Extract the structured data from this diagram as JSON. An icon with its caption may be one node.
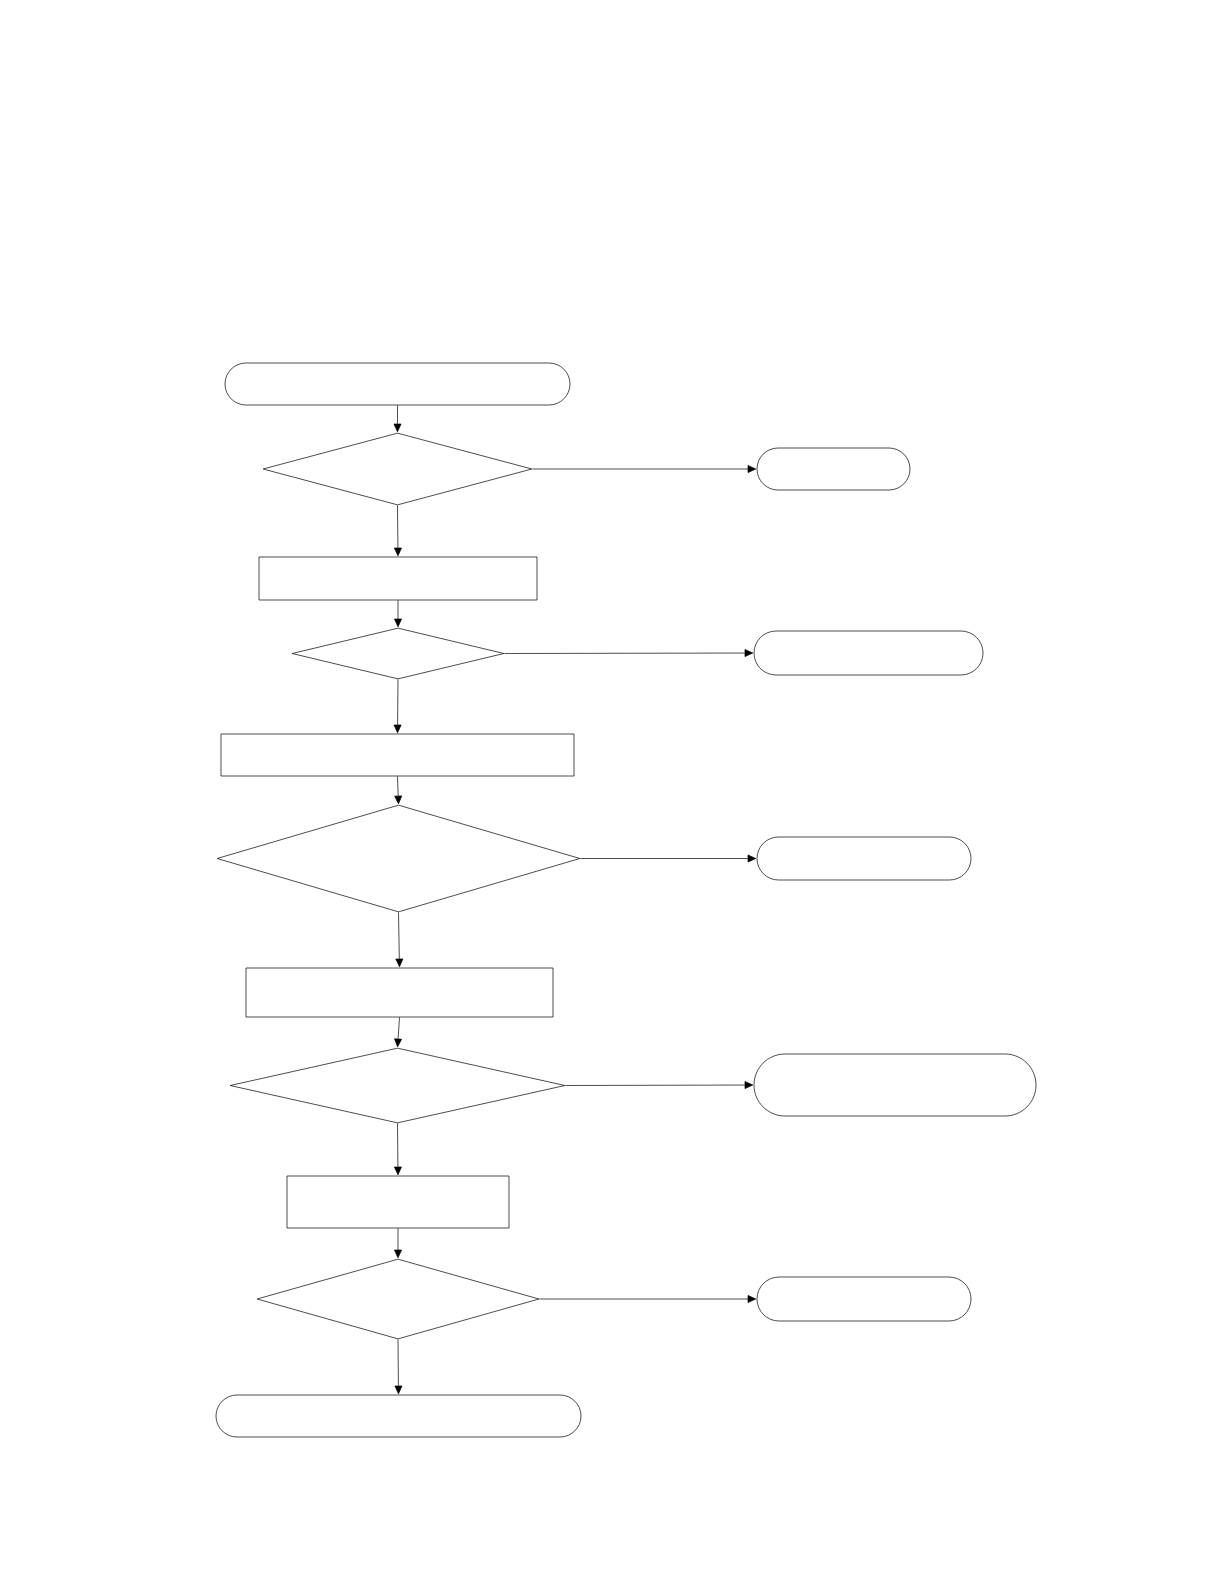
{
  "diagram": {
    "nodes": [
      {
        "text": [],
        "shape": "stadium"
      },
      {
        "text": [],
        "shape": "diamond"
      },
      {
        "text": [],
        "shape": "stadium"
      },
      {
        "text": [],
        "shape": "box"
      },
      {
        "text": [],
        "shape": "diamond"
      },
      {
        "text": [],
        "shape": "stadium"
      },
      {
        "text": [],
        "shape": "box"
      },
      {
        "text": [],
        "shape": "diamond"
      },
      {
        "text": [],
        "shape": "stadium"
      },
      {
        "text": [],
        "shape": "box"
      },
      {
        "text": [],
        "shape": "diamond"
      },
      {
        "text": [],
        "shape": "stadium"
      },
      {
        "text": [],
        "shape": "box"
      },
      {
        "text": [],
        "shape": "diamond"
      },
      {
        "text": [],
        "shape": "stadium"
      },
      {
        "text": [],
        "shape": "stadium"
      }
    ],
    "edges": [
      {
        "from": 0,
        "to": 1,
        "arrow": "to"
      },
      {
        "from": 1,
        "to": 2,
        "arrow": "to"
      },
      {
        "from": 1,
        "to": 3,
        "arrow": "to"
      },
      {
        "from": 3,
        "to": 4,
        "arrow": "to"
      },
      {
        "from": 4,
        "to": 5,
        "arrow": "to"
      },
      {
        "from": 4,
        "to": 6,
        "arrow": "to"
      },
      {
        "from": 6,
        "to": 7,
        "arrow": "to"
      },
      {
        "from": 7,
        "to": 8,
        "arrow": "to"
      },
      {
        "from": 7,
        "to": 9,
        "arrow": "to"
      },
      {
        "from": 9,
        "to": 10,
        "arrow": "to"
      },
      {
        "from": 10,
        "to": 11,
        "arrow": "to"
      },
      {
        "from": 10,
        "to": 12,
        "arrow": "to"
      },
      {
        "from": 12,
        "to": 13,
        "arrow": "to"
      },
      {
        "from": 13,
        "to": 14,
        "arrow": "to"
      },
      {
        "from": 13,
        "to": 15,
        "arrow": "to"
      }
    ]
  }
}
